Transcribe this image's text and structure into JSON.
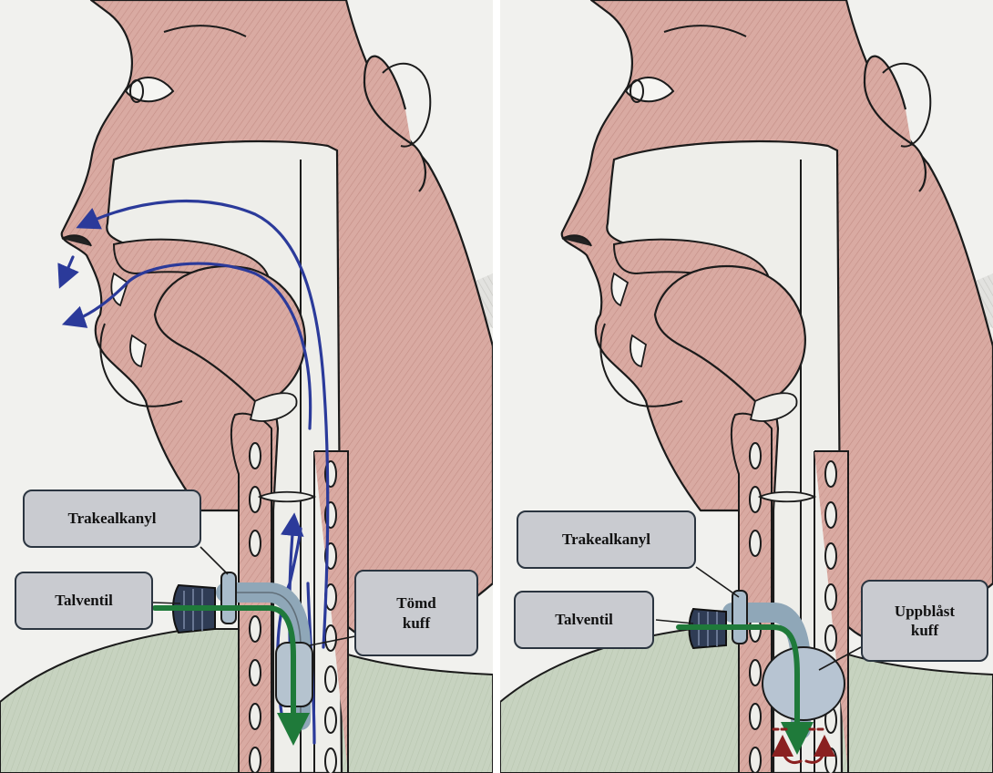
{
  "left_panel": {
    "callouts": {
      "trachea_cannula": "Trakealkanyl",
      "speaking_valve": "Talventil",
      "cuff_line1": "Tömd",
      "cuff_line2": "kuff"
    }
  },
  "right_panel": {
    "callouts": {
      "trachea_cannula": "Trakealkanyl",
      "speaking_valve": "Talventil",
      "cuff_line1": "Uppblåst",
      "cuff_line2": "kuff"
    }
  },
  "colors": {
    "skin": "#d9aaa2",
    "airway": "#eeeeea",
    "shirt": "#c7d3c0",
    "airflow_arrow": "#2b3a9a",
    "cannula_flow": "#1f7a3a",
    "backflow_arrow": "#8a2020",
    "cannula": "#8fa7b8",
    "callout_fill": "#c9cbd0"
  },
  "icons": [
    "eye-icon",
    "ear-icon",
    "nose-icon",
    "tongue-icon",
    "arrow-icon"
  ]
}
